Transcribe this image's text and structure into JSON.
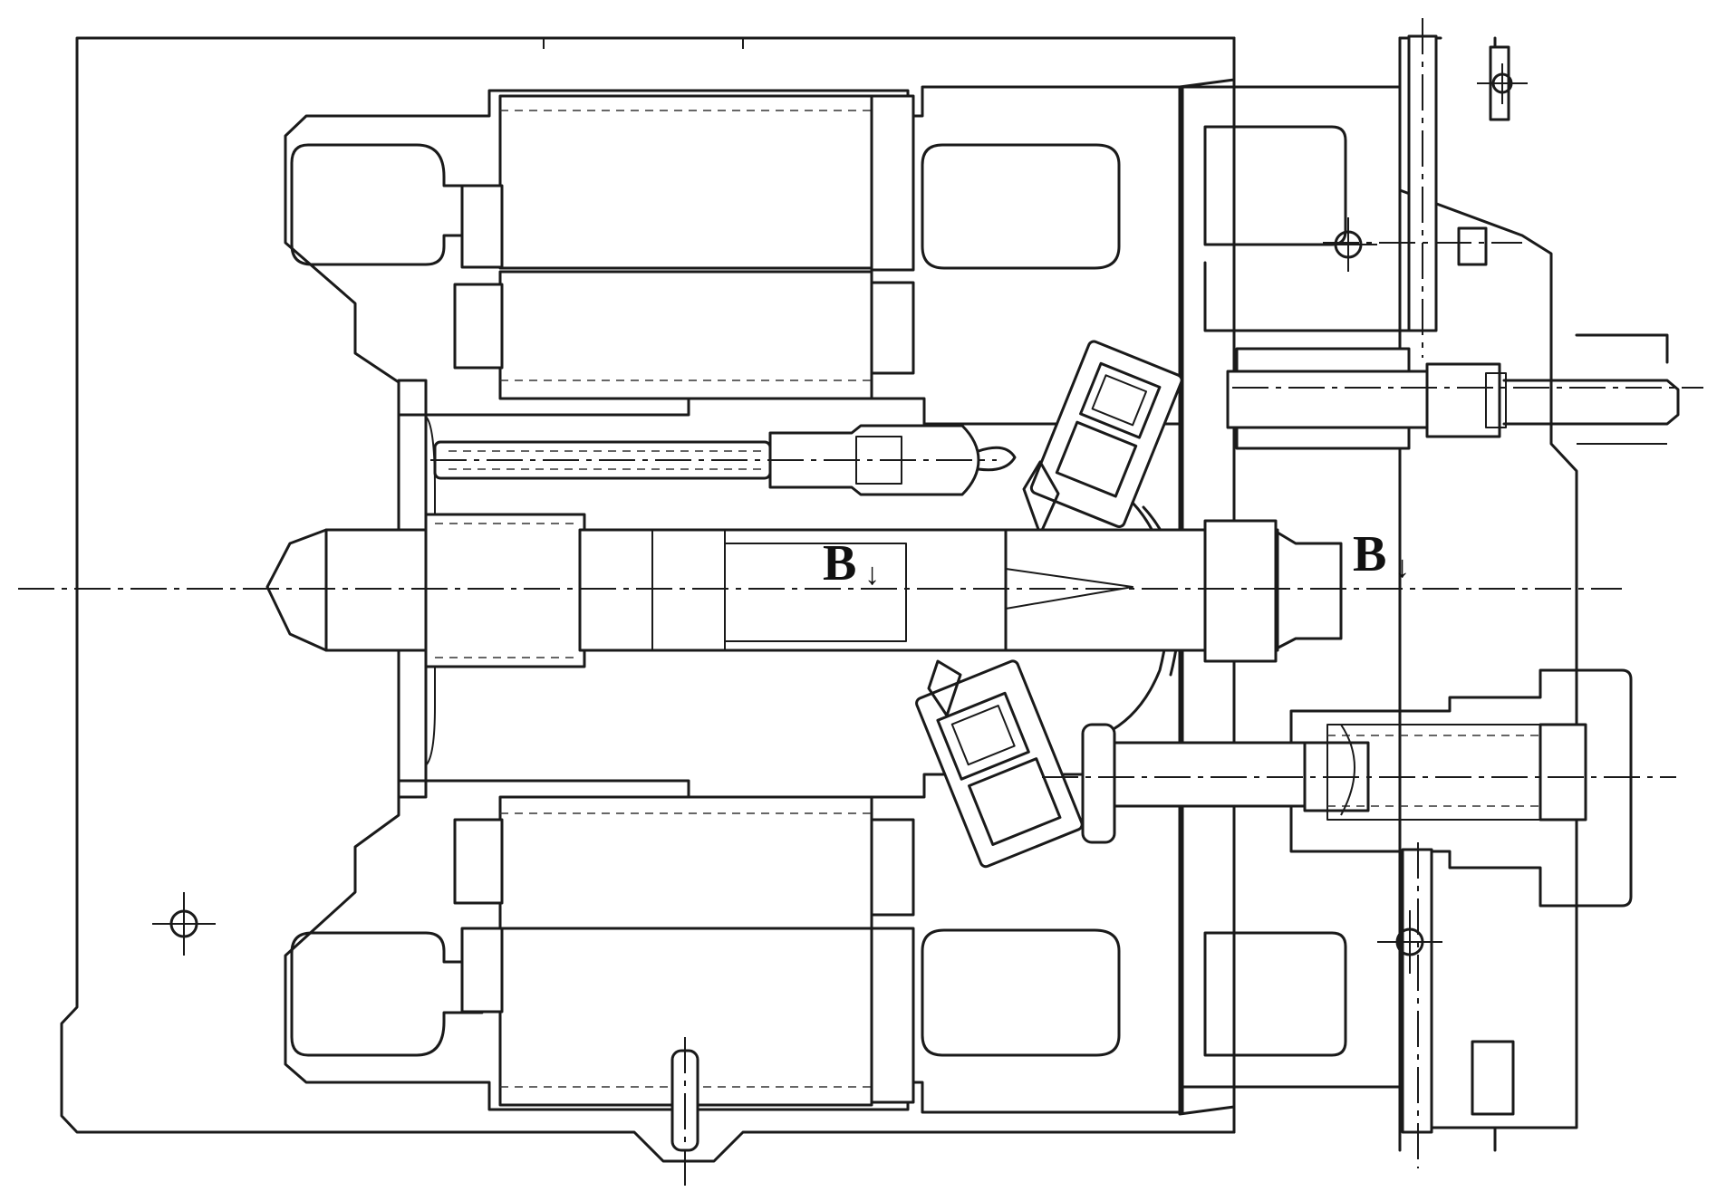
{
  "section_marks": [
    {
      "id": "left",
      "letter": "B",
      "arrow": "↓"
    },
    {
      "id": "right",
      "letter": "B",
      "arrow": "↓"
    }
  ]
}
